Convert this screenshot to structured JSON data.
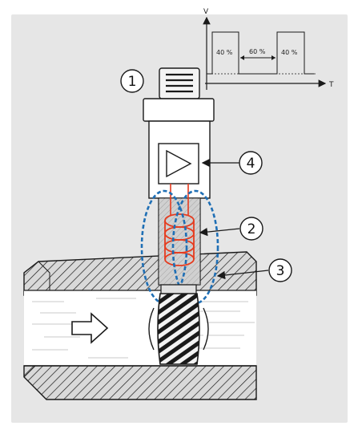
{
  "signal_graph": {
    "y_axis_label": "V",
    "x_axis_label": "T",
    "pulse_1_label": "40 %",
    "gap_label": "60 %",
    "pulse_2_label": "40 %"
  },
  "callouts": [
    "1",
    "2",
    "3",
    "4"
  ],
  "colors": {
    "background_panel": "#e6e6e6",
    "coil_red": "#e63b1e",
    "field_blue": "#1f6fb5",
    "outline": "#1a1a1a",
    "sensor_body": "#ffffff",
    "pipe_wall": "#d9d9d9",
    "flow_channel": "#ffffff"
  },
  "icons": {
    "flow_direction": "right-arrow-icon",
    "amplifier": "triangle-amplifier-icon"
  }
}
